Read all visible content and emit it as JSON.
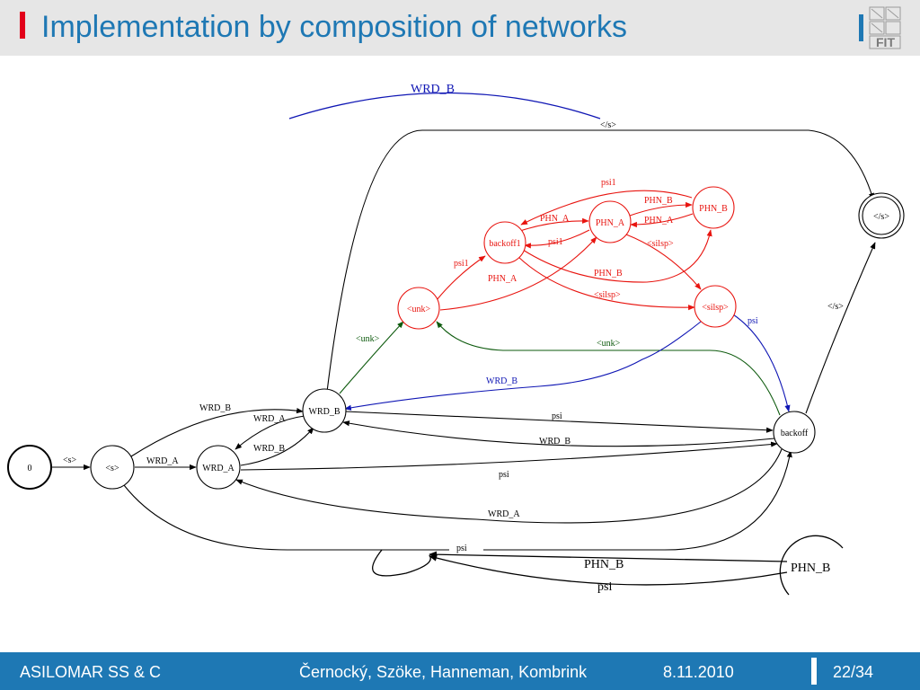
{
  "header": {
    "title": "Implementation by composition of networks",
    "logo_text": "FIT",
    "accent_color": "#e2001a",
    "title_color": "#1e78b4"
  },
  "diagram": {
    "colors": {
      "black": "#000000",
      "red": "#e8140f",
      "blue": "#0f16b4",
      "green": "#0d5a0d"
    },
    "nodes": {
      "n0": "0",
      "s": "<s>",
      "wrd_a": "WRD_A",
      "wrd_b": "WRD_B",
      "unk": "<unk>",
      "backoff1": "backoff1",
      "phn_a": "PHN_A",
      "phn_b": "PHN_B",
      "silsp": "<silsp>",
      "backoff": "backoff",
      "end": "</s>",
      "phn_b_big": "PHN_B"
    },
    "edges": {
      "e_0_s": "<s>",
      "e_s_wrda": "WRD_A",
      "e_s_wrdb": "WRD_B",
      "e_wrdb_wrda": "WRD_A",
      "e_wrda_wrdb": "WRD_B",
      "e_wrdb_backoff_psi": "psi",
      "e_backoff_wrdb": "WRD_B",
      "e_wrda_backoff_psi": "psi",
      "e_backoff_wrda": "WRD_A",
      "e_wrdb_end": "</s>",
      "e_backoff_end": "</s>",
      "e_wrdb_unk": "<unk>",
      "e_backoff_unk": "<unk>",
      "e_silsp_wrdb": "WRD_B",
      "e_silsp_backoff": "psi",
      "e_unk_backoff1": "psi1",
      "e_unk_phna": "PHN_A",
      "e_backoff1_phna": "PHN_A",
      "e_phna_backoff1": "psi1",
      "e_phnb_backoff1": "psi1",
      "e_phna_phnb": "PHN_B",
      "e_phnb_phna": "PHN_A",
      "e_phna_silsp": "<silsp>",
      "e_backoff1_phnb": "PHN_B",
      "e_backoff1_silsp": "<silsp>",
      "e_top_wrdb": "WRD_B",
      "e_bottom_psi": "psi",
      "e_big_phnb": "PHN_B",
      "e_big_psi": "psi"
    }
  },
  "footer": {
    "conference": "ASILOMAR SS & C",
    "authors": "Černocký, Szöke, Hanneman, Kombrink",
    "date": "8.11.2010",
    "page": "22/34"
  }
}
